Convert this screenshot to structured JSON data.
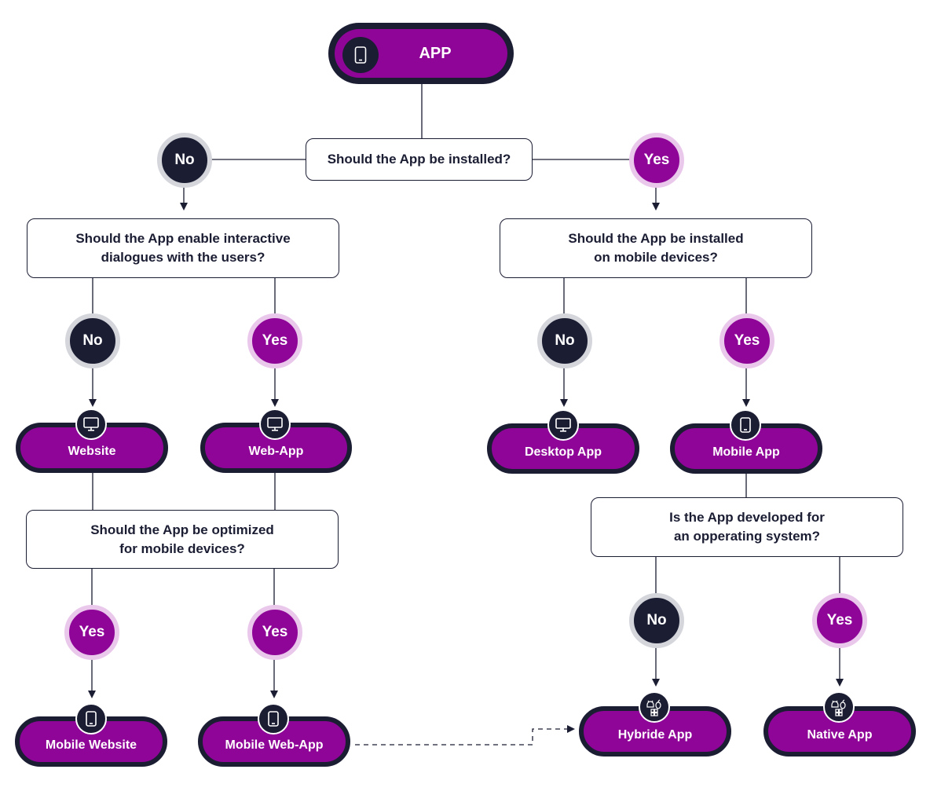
{
  "root": {
    "label": "APP",
    "icon": "mobile-icon"
  },
  "questions": {
    "installed": {
      "lines": [
        "Should the App be installed?"
      ]
    },
    "interactive": {
      "lines": [
        "Should the App enable interactive",
        "dialogues with the users?"
      ]
    },
    "mobile_install": {
      "lines": [
        "Should the App be installed",
        "on mobile devices?"
      ]
    },
    "optimized": {
      "lines": [
        "Should the App be optimized",
        "for mobile devices?"
      ]
    },
    "os": {
      "lines": [
        "Is the App developed for",
        "an opperating system?"
      ]
    }
  },
  "answers": {
    "installed_no": "No",
    "installed_yes": "Yes",
    "interactive_no": "No",
    "interactive_yes": "Yes",
    "mobile_no": "No",
    "mobile_yes": "Yes",
    "optimized_yes_1": "Yes",
    "optimized_yes_2": "Yes",
    "os_no": "No",
    "os_yes": "Yes"
  },
  "results": {
    "website": {
      "label": "Website",
      "icon": "monitor-icon"
    },
    "web_app": {
      "label": "Web-App",
      "icon": "monitor-icon"
    },
    "desktop_app": {
      "label": "Desktop App",
      "icon": "monitor-icon"
    },
    "mobile_app": {
      "label": "Mobile App",
      "icon": "mobile-icon"
    },
    "mobile_website": {
      "label": "Mobile Website",
      "icon": "mobile-icon"
    },
    "mobile_web_app": {
      "label": "Mobile Web-App",
      "icon": "mobile-icon"
    },
    "hybride_app": {
      "label": "Hybride App",
      "icon": "os-logos-icon"
    },
    "native_app": {
      "label": "Native App",
      "icon": "os-logos-icon"
    }
  },
  "colors": {
    "navy": "#1b1d33",
    "purple": "#8e0597",
    "no_ring": "#d4d6dc",
    "yes_ring": "#eac8ec"
  }
}
